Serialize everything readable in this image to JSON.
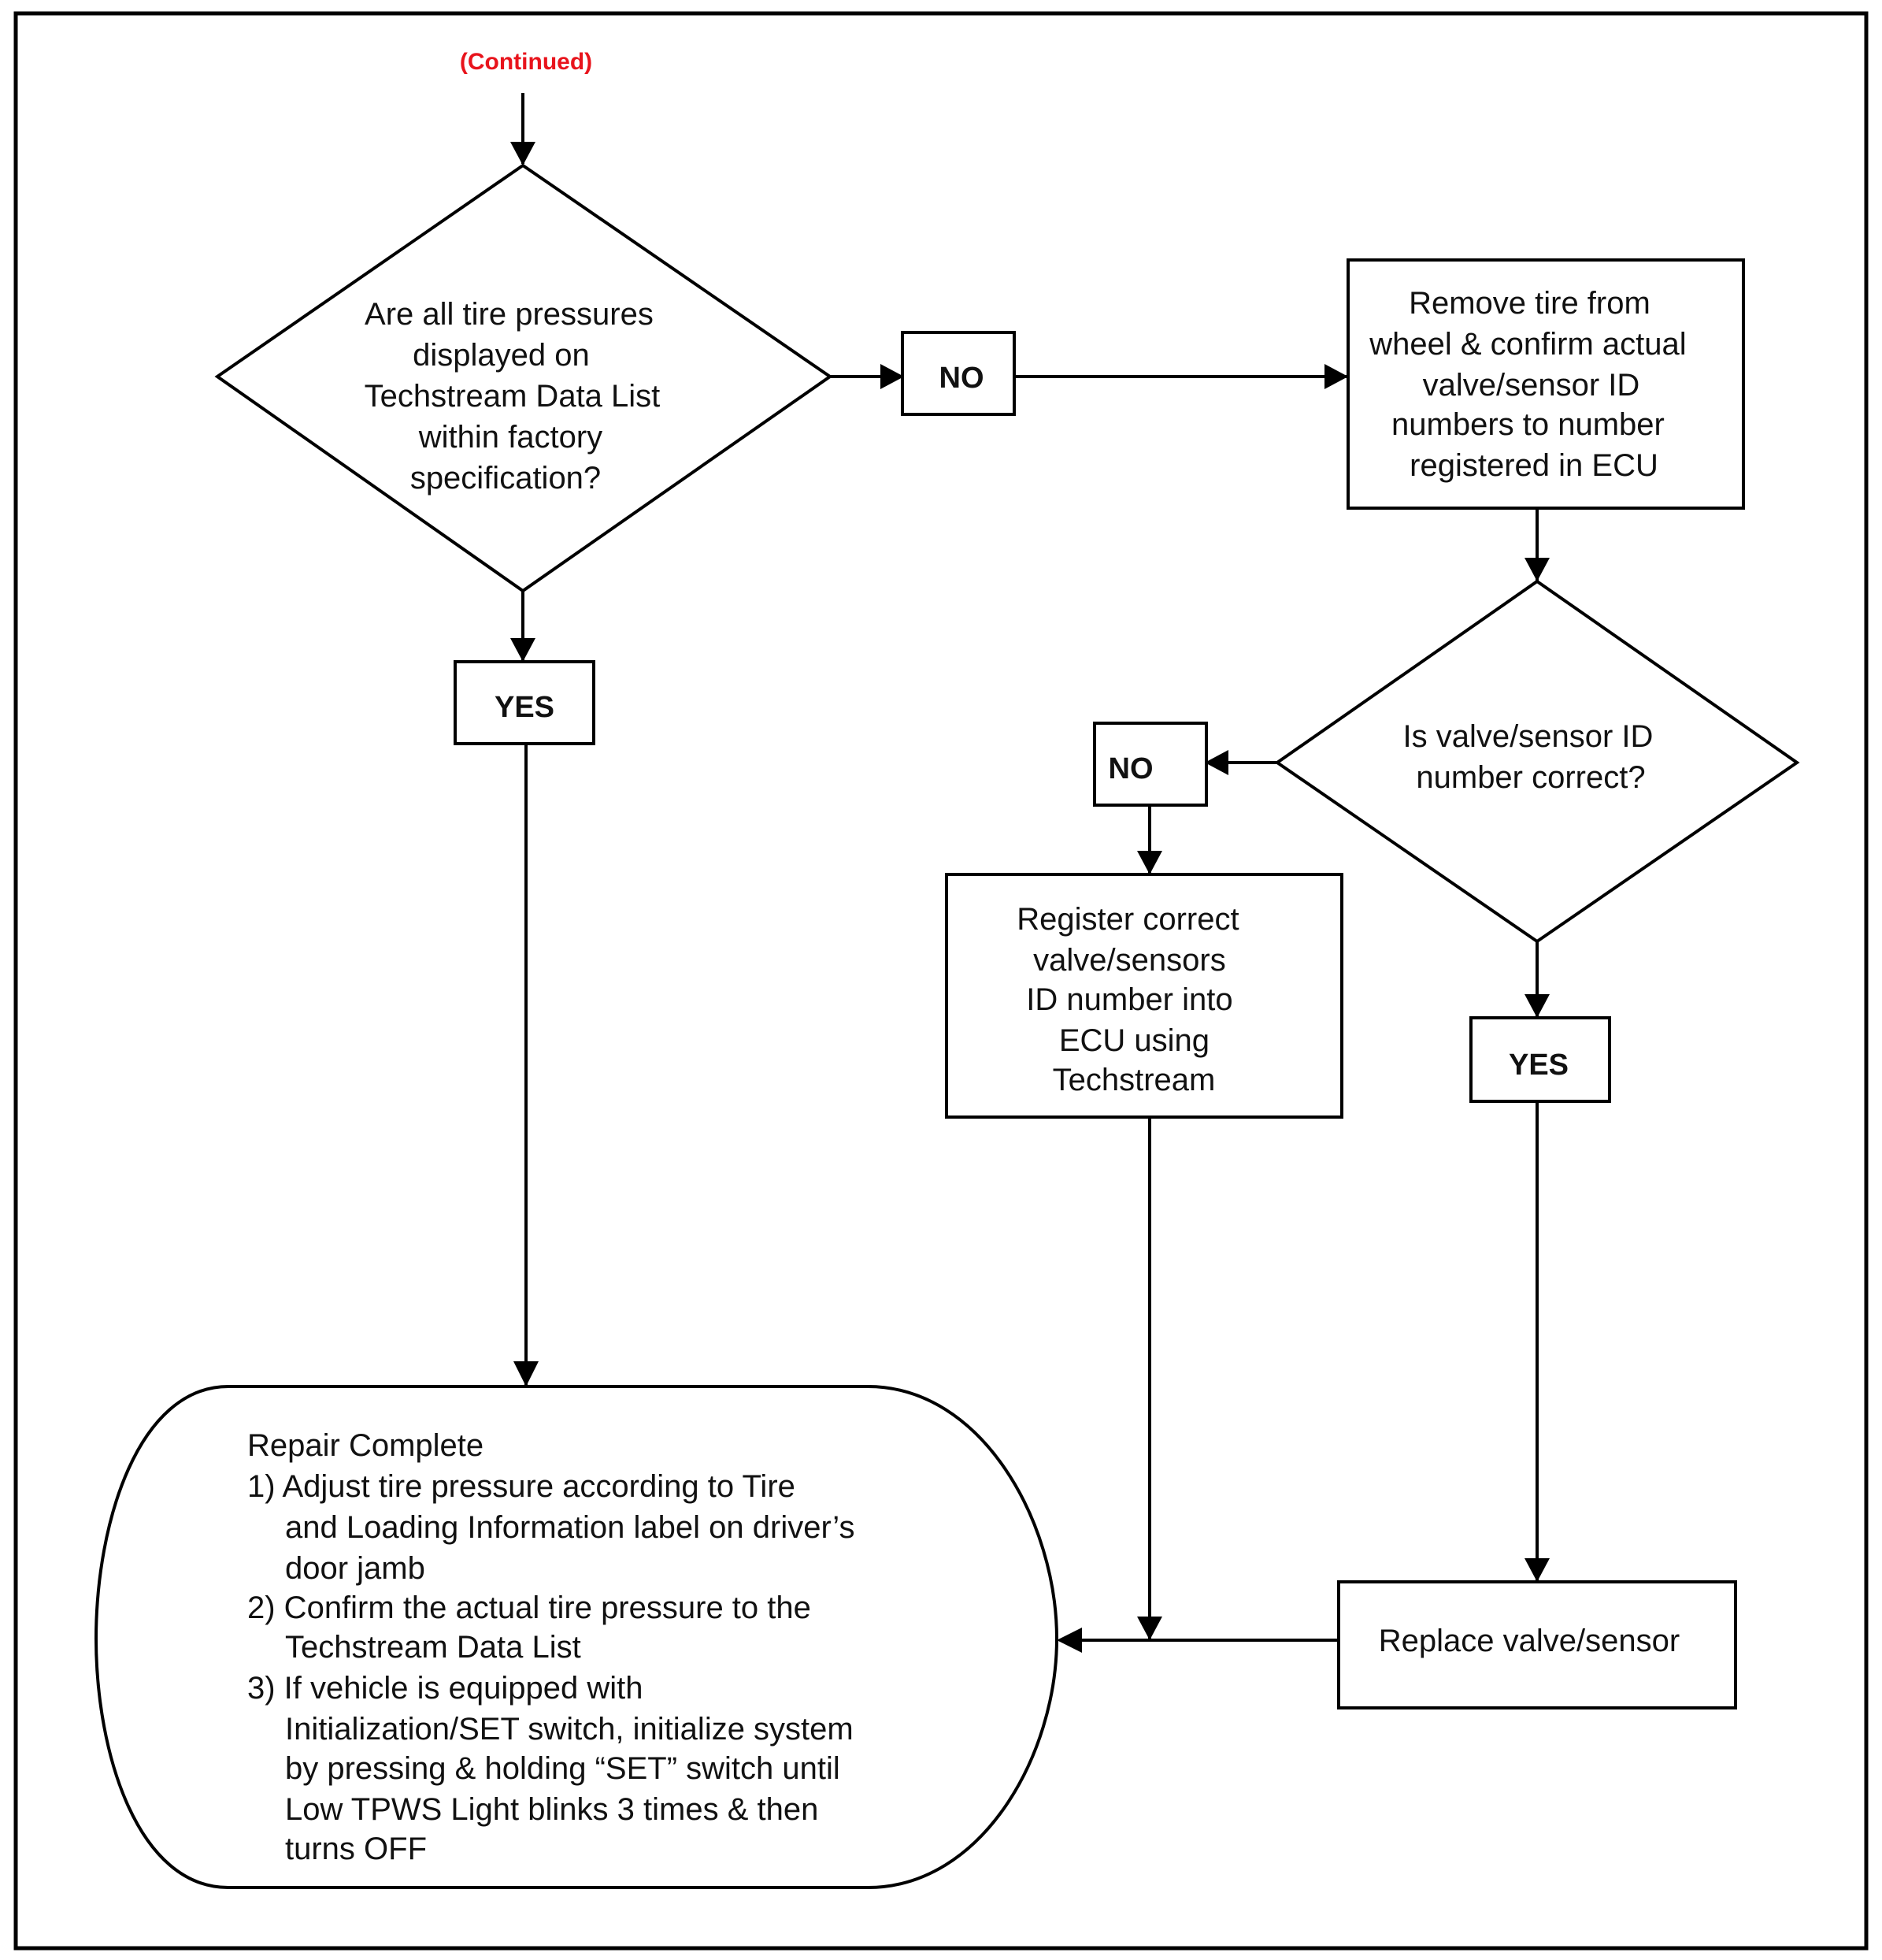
{
  "continued_label": "(Continued)",
  "colors": {
    "continued": "#e8141c",
    "stroke": "#000000"
  },
  "decision_pressures": {
    "lines": [
      "Are all tire pressures",
      "displayed on",
      "Techstream Data List",
      "within factory",
      "specification?"
    ]
  },
  "decision_pressures_no": "NO",
  "decision_pressures_yes": "YES",
  "step_remove_tire": {
    "lines": [
      "Remove tire from",
      "wheel & confirm actual",
      "valve/sensor ID",
      "numbers to number",
      "registered in ECU"
    ]
  },
  "decision_id": {
    "lines": [
      "Is valve/sensor ID",
      "number correct?"
    ]
  },
  "decision_id_no": "NO",
  "decision_id_yes": "YES",
  "step_register": {
    "lines": [
      "Register correct",
      "valve/sensors",
      "ID number into",
      "ECU using",
      "Techstream"
    ]
  },
  "step_replace": "Replace valve/sensor",
  "terminal_complete": {
    "lines": [
      "Repair Complete",
      "1) Adjust tire pressure according to Tire",
      "and Loading Information label on driver’s",
      "door jamb",
      "2) Confirm the actual tire pressure to the",
      "Techstream Data List",
      "3) If vehicle is equipped with",
      "Initialization/SET switch, initialize system",
      "by pressing & holding “SET” switch until",
      "Low TPWS Light blinks 3 times & then",
      "turns OFF"
    ]
  }
}
